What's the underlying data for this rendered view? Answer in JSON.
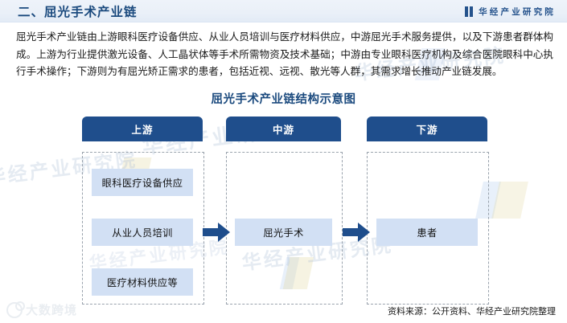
{
  "header": {
    "section_title": "二、屈光手术产业链",
    "brand_name": "华经产业研究院",
    "brand_icon": "open-book-icon"
  },
  "body": {
    "paragraph": "屈光手术产业链由上游眼科医疗设备供应、从业人员培训与医疗材料供应，中游屈光手术服务提供，以及下游患者群体构成。上游为行业提供激光设备、人工晶状体等手术所需物资及技术基础；中游由专业眼科医疗机构及综合医院眼科中心执行手术操作；下游则为有屈光矫正需求的患者，包括近视、远视、散光等人群，其需求增长推动产业链发展。"
  },
  "figure": {
    "title": "屈光手术产业链结构示意图",
    "stages": [
      {
        "key": "upstream",
        "header": "上游",
        "items": [
          "眼科医疗设备供应",
          "从业人员培训",
          "医疗材料供应等"
        ]
      },
      {
        "key": "midstream",
        "header": "中游",
        "items": [
          "屈光手术"
        ]
      },
      {
        "key": "downstream",
        "header": "下游",
        "items": [
          "患者"
        ]
      }
    ],
    "connectors": [
      {
        "name": "arrow-upstream-to-midstream",
        "icon": "arrow-right-icon"
      },
      {
        "name": "arrow-midstream-to-downstream",
        "icon": "arrow-right-icon"
      }
    ],
    "colors": {
      "stage_header_bg": "#1f4e8c",
      "node_bg": "#d2e0f4",
      "arrow": "#1f4e8c",
      "dashed_border": "#9aa3ad",
      "title_text": "#1b4a7e"
    }
  },
  "watermarks": {
    "repeated_text": "华经产业研究院",
    "corner_logo_text": "大数跨境"
  },
  "footer": {
    "source": "资料来源：公开资料、华经产业研究院整理"
  }
}
